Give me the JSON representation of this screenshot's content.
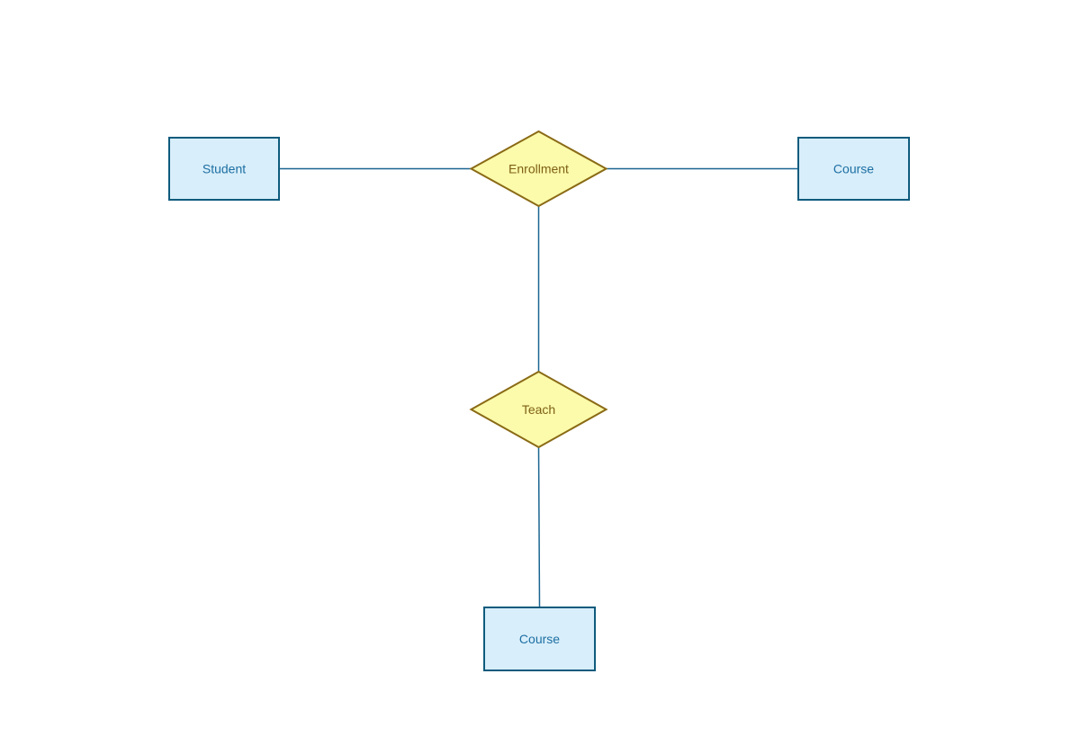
{
  "diagram": {
    "kind": "entity-relationship-diagram",
    "nodes": {
      "student": {
        "label": "Student",
        "type": "entity"
      },
      "enrollment": {
        "label": "Enrollment",
        "type": "relationship"
      },
      "course_right": {
        "label": "Course",
        "type": "entity"
      },
      "teach": {
        "label": "Teach",
        "type": "relationship"
      },
      "course_bottom": {
        "label": "Course",
        "type": "entity"
      }
    },
    "edges": [
      {
        "from": "student",
        "to": "enrollment"
      },
      {
        "from": "enrollment",
        "to": "course_right"
      },
      {
        "from": "enrollment",
        "to": "teach"
      },
      {
        "from": "teach",
        "to": "course_bottom"
      }
    ],
    "colors": {
      "background": "#ffffff",
      "entity_fill": "#d8eefa",
      "entity_border": "#0f5b7d",
      "entity_text": "#1d6fa3",
      "relationship_fill": "#fbfbab",
      "relationship_border": "#8a6a15",
      "relationship_text": "#7e5f15",
      "connector": "#1a6591"
    }
  }
}
